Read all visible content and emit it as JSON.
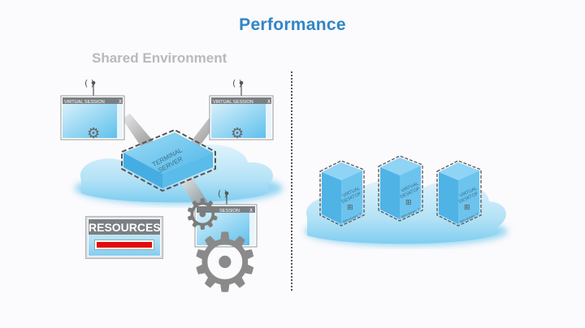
{
  "header": {
    "title": "Performance"
  },
  "left_panel": {
    "title": "Shared Environment",
    "server_label_line1": "TERMINAL",
    "server_label_line2": "SERVER",
    "sessions": [
      {
        "label": "VIRTUAL SESSION",
        "close": "X"
      },
      {
        "label": "VIRTUAL SESSION",
        "close": "X"
      },
      {
        "label": "SESSION",
        "close": "X"
      }
    ],
    "resources": {
      "label": "RESOURCES",
      "usage_percent": 100,
      "bar_color": "#e40b0b"
    }
  },
  "right_panel": {
    "desktops": [
      {
        "line1": "VIRTUAL",
        "line2": "DESKTOP",
        "os": "Windows 7"
      },
      {
        "line1": "VIRTUAL",
        "line2": "DESKTOP",
        "os": "Windows 7"
      },
      {
        "line1": "VIRTUAL",
        "line2": "DESKTOP",
        "os": "Windows 7"
      }
    ]
  },
  "colors": {
    "title": "#2f86c8",
    "subtitle": "#b9b9b9",
    "cloud": "#a9dcf3",
    "box": "#6ec6ee",
    "gear": "#8a8a8a"
  }
}
